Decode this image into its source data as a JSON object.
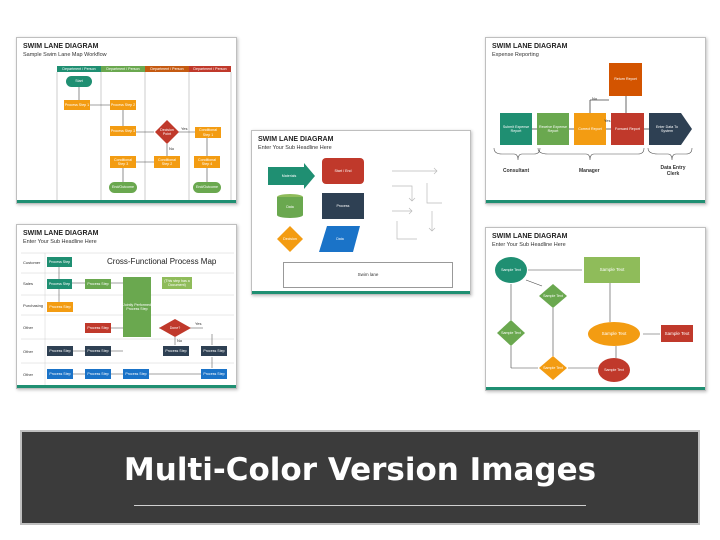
{
  "banner": {
    "title": "Multi-Color Version Images"
  },
  "slide1": {
    "title": "SWIM LANE DIAGRAM",
    "subtitle": "Sample Swim Lane Map Workflow",
    "lanes": [
      "Department / Person",
      "Department / Person",
      "Department / Person",
      "Department / Person"
    ],
    "lane_colors": [
      "#1f8f72",
      "#6aa84f",
      "#c55a11",
      "#c0392b"
    ],
    "nodes": {
      "start": "Start",
      "p1": "Process Step 1",
      "p2": "Process Step 2",
      "p3": "Process Step 3",
      "decision": "Decision Point",
      "c1": "Conditional Step 1",
      "c2": "Conditional Step 2",
      "c3": "Conditional Step 3",
      "c4": "Conditional Step 4",
      "end1": "End/Outcome",
      "end2": "End/Outcome"
    },
    "yes": "Yes",
    "no": "No"
  },
  "slide2": {
    "title": "SWIM LANE DIAGRAM",
    "subtitle": "Expense Reporting",
    "nodes": {
      "submit": "Submit Expense Report",
      "receive": "Receive Expense Report",
      "correct": "Correct Report",
      "forward": "Forward Report",
      "enter": "Enter Data To System",
      "return": "Return Report"
    },
    "yes": "Yes",
    "no": "No",
    "groups": {
      "consultant": "Consultant",
      "manager": "Manager",
      "clerk": "Data Entry Clerk"
    }
  },
  "slide3": {
    "title": "SWIM LANE DIAGRAM",
    "subtitle": "Enter Your Sub Headline Here",
    "shapes": {
      "materials": "Materials",
      "start_end": "Start / End",
      "data_cyl": "Data",
      "process": "Process",
      "decision": "Decision",
      "data_para": "Data"
    },
    "swim_lane": "Swim lane"
  },
  "slide4": {
    "title": "SWIM LANE DIAGRAM",
    "subtitle": "Enter Your Sub Headline Here",
    "map_title": "Cross-Functional Process Map",
    "lanes": [
      "Customer",
      "Sales",
      "Purchasing",
      "Other",
      "Other",
      "Other"
    ],
    "step": "Process Step",
    "decision": "Done?",
    "jobs": "Jointly Performed Process Step",
    "multi": "(This step has a Document)",
    "yes": "Yes",
    "no": "No"
  },
  "slide5": {
    "title": "SWIM LANE DIAGRAM",
    "subtitle": "Enter Your Sub Headline Here",
    "sample": "Sample Text"
  }
}
